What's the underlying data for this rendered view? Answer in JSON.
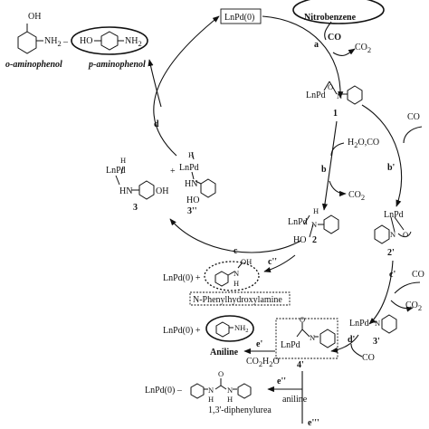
{
  "top": {
    "catalyst_box": "LnPd(0)",
    "nitrobenzene": "Nitrobenzene",
    "co": "CO",
    "co2": "CO",
    "co2_sub": "2",
    "step_a": "a"
  },
  "products_top": {
    "o_label": "o-aminophenol",
    "p_label": "p-aminophenol",
    "separator": "–",
    "oh": "OH",
    "nh2": "NH",
    "nh2_sub": "2",
    "ho": "HO",
    "nh2_p": "NH",
    "nh2_p_sub": "2"
  },
  "intermediates": {
    "i1": "1",
    "i1_pd": "LnPd",
    "i1_o": "O",
    "i1_n": "N",
    "i2": "2",
    "i2_pd": "LnPd",
    "i2_h": "H",
    "i2_n": "N",
    "i2_ho": "HO",
    "i2p": "2'",
    "i2p_pd": "LnPd",
    "i2p_n": "N",
    "i2p_o": "O",
    "i3": "3",
    "i3_pd": "LnPd",
    "i3_h": "H",
    "i3_hn": "HN",
    "i3_oh": "OH",
    "plus": "+",
    "i3pp": "3''",
    "i3pp_pd": "LnPd",
    "i3pp_h": "H",
    "i3pp_hn": "HN",
    "i3pp_ho": "HO",
    "i3p": "3'",
    "i3p_pd": "LnPd",
    "i3p_n": "N",
    "i4p": "4'",
    "i4p_pd": "LnPd",
    "i4p_o": "O",
    "i4p_n": "N"
  },
  "steps": {
    "b": "b",
    "b_reagent": "H",
    "b_reagent_sub": "2",
    "b_reagent_rest": "O,CO",
    "b_out": "CO",
    "b_out_sub": "2",
    "bp": "b'",
    "bp_in": "CO",
    "c": "c",
    "d": "d",
    "cp": "c'",
    "cp_in": "CO",
    "cp_out": "CO",
    "cp_out_sub": "2",
    "dp": "d'",
    "dp_in": "CO",
    "cpp": "c''",
    "ep": "e'",
    "ep_h2o": "H",
    "ep_h2o_sub": "2",
    "ep_h2o_rest": "O",
    "ep_co2": "CO",
    "ep_co2_sub": "2",
    "epp": "e''",
    "epp_reagent": "aniline",
    "eppp": "e'''"
  },
  "products": {
    "hydroxylamine_lhs": "LnPd(0) +",
    "hydroxylamine_oh": "OH",
    "hydroxylamine_n": "N",
    "hydroxylamine_h": "H",
    "hydroxylamine_box": "N-Phenylhydroxylamine",
    "aniline_lhs": "LnPd(0) +",
    "aniline_nh2": "NH",
    "aniline_nh2_sub": "2",
    "aniline_label": "Aniline",
    "urea_lhs": "LnPd(0) –",
    "urea_o": "O",
    "urea_n1": "N",
    "urea_h1": "H",
    "urea_n2": "N",
    "urea_h2": "H",
    "urea_label": "1,3'-diphenylurea"
  }
}
